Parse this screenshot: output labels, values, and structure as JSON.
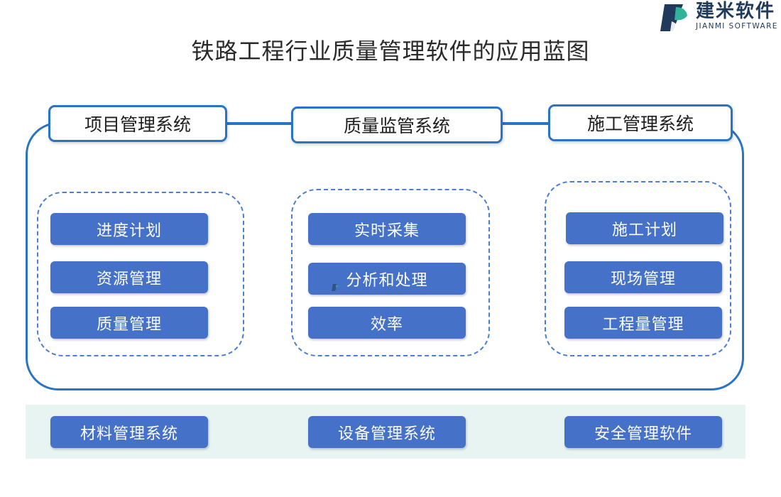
{
  "brand": {
    "name_cn": "建米软件",
    "name_en": "JIANMI SOFTWARE",
    "colors": {
      "dark": "#1f3a5a",
      "accent": "#2fb39a"
    }
  },
  "title": "铁路工程行业质量管理软件的应用蓝图",
  "colors": {
    "frame": "#2a74c4",
    "pill": "#4571c8",
    "band": "#e7f4f2",
    "dashed": "#4a7ecf"
  },
  "systems": [
    {
      "header": "项目管理系统",
      "items": [
        "进度计划",
        "资源管理",
        "质量管理"
      ]
    },
    {
      "header": "质量监管系统",
      "items": [
        "实时采集",
        "分析和处理",
        "效率"
      ]
    },
    {
      "header": "施工管理系统",
      "items": [
        "施工计划",
        "现场管理",
        "工程量管理"
      ]
    }
  ],
  "bottom": [
    "材料管理系统",
    "设备管理系统",
    "安全管理软件"
  ]
}
